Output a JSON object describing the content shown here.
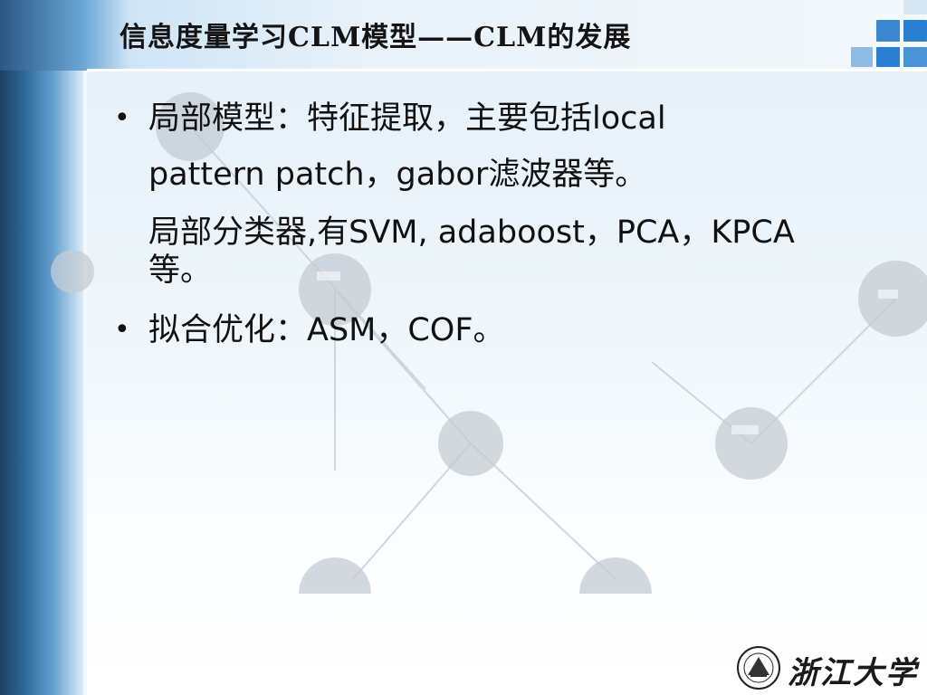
{
  "slide": {
    "title": "信息度量学习CLM模型——CLM的发展",
    "bullets": [
      {
        "lines": [
          "局部模型：特征提取，主要包括local",
          "pattern patch，gabor滤波器等。",
          "局部分类器,有SVM, adaboost，PCA，KPCA",
          "等。"
        ]
      },
      {
        "lines": [
          "拟合优化：ASM，COF。"
        ]
      }
    ],
    "bullet_symbol": "•",
    "logo_text": "浙江大学"
  },
  "colors": {
    "side_band": "#2f6a9b",
    "accent_square": "#2a7fd0",
    "title_text": "#141414",
    "body_text": "#111111"
  }
}
